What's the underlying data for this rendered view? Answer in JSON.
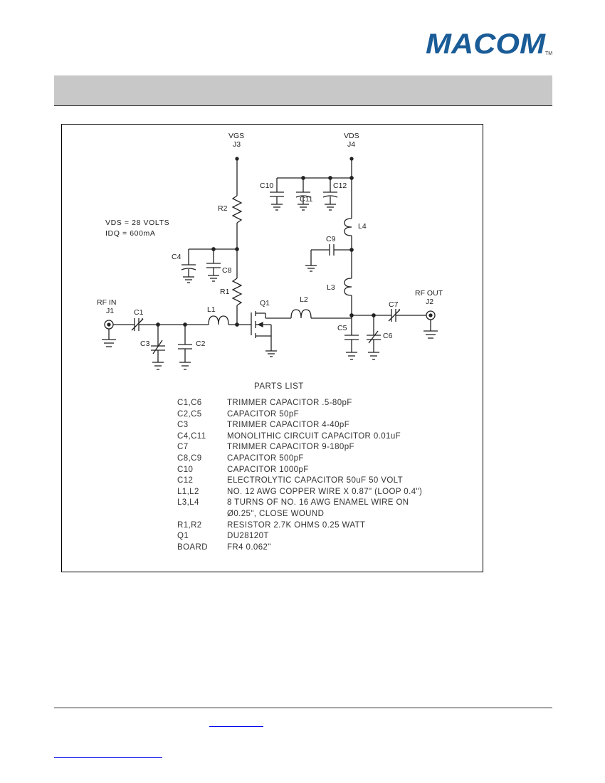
{
  "header": {
    "logo_text": "MACOM",
    "trademark": "TM"
  },
  "schematic": {
    "labels": {
      "vgs": "VGS",
      "j3": "J3",
      "vds": "VDS",
      "j4": "J4",
      "r2": "R2",
      "r1": "R1",
      "c4": "C4",
      "c8": "C8",
      "c10": "C10",
      "c11": "C11",
      "c12": "C12",
      "l4": "L4",
      "c9": "C9",
      "l3": "L3",
      "rf_in": "RF IN",
      "j1": "J1",
      "c1": "C1",
      "l1": "L1",
      "q1": "Q1",
      "l2": "L2",
      "c3": "C3",
      "c2": "C2",
      "c5": "C5",
      "c6": "C6",
      "c7": "C7",
      "rf_out": "RF OUT",
      "j2": "J2"
    },
    "notes": {
      "vds_line": "VDS = 28 VOLTS",
      "idq_line": "IDQ = 600mA"
    }
  },
  "parts_list": {
    "title": "PARTS LIST",
    "rows": [
      {
        "ref": "C1,C6",
        "desc": "TRIMMER CAPACITOR .5-80pF"
      },
      {
        "ref": "C2,C5",
        "desc": "CAPACITOR 50pF"
      },
      {
        "ref": "C3",
        "desc": "TRIMMER CAPACITOR 4-40pF"
      },
      {
        "ref": "C4,C11",
        "desc": "MONOLITHIC CIRCUIT CAPACITOR 0.01uF"
      },
      {
        "ref": "C7",
        "desc": "TRIMMER CAPACITOR 9-180pF"
      },
      {
        "ref": "C8,C9",
        "desc": "CAPACITOR 500pF"
      },
      {
        "ref": "C10",
        "desc": "CAPACITOR 1000pF"
      },
      {
        "ref": "C12",
        "desc": "ELECTROLYTIC CAPACITOR 50uF 50 VOLT"
      },
      {
        "ref": "L1,L2",
        "desc": "NO. 12 AWG COPPER WIRE X 0.87\" (LOOP 0.4\")"
      },
      {
        "ref": "L3,L4",
        "desc": "8 TURNS OF NO. 16 AWG ENAMEL WIRE ON"
      },
      {
        "ref": "",
        "desc": "Ø0.25\", CLOSE WOUND"
      },
      {
        "ref": "R1,R2",
        "desc": "RESISTOR 2.7K OHMS 0.25 WATT"
      },
      {
        "ref": "Q1",
        "desc": "DU28120T"
      },
      {
        "ref": "BOARD",
        "desc": "FR4 0.062\""
      }
    ]
  },
  "colors": {
    "logo_blue": "#1a5c97",
    "header_bar": "#c8c8c8",
    "link_blue": "#0000ee"
  }
}
